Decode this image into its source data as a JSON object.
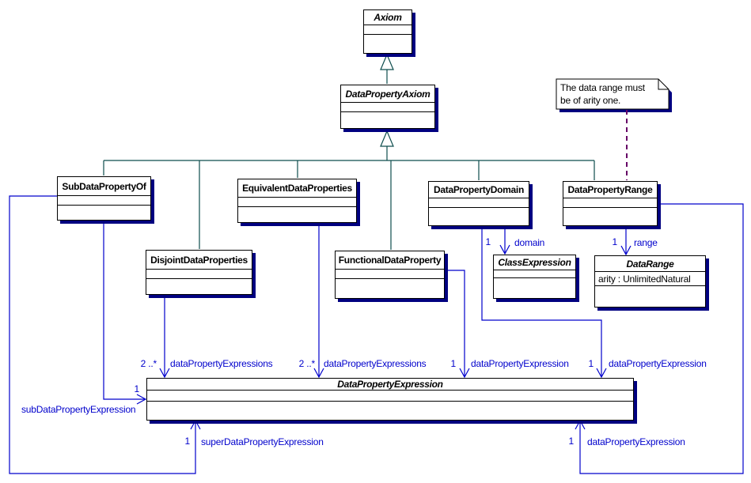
{
  "note": {
    "line1": "The data range must",
    "line2": "be of arity one."
  },
  "classes": {
    "axiom": {
      "name": "Axiom",
      "abstract": true
    },
    "data_property_axiom": {
      "name": "DataPropertyAxiom",
      "abstract": true
    },
    "sub_data_property_of": {
      "name": "SubDataPropertyOf",
      "abstract": false
    },
    "equivalent_data_properties": {
      "name": "EquivalentDataProperties",
      "abstract": false
    },
    "disjoint_data_properties": {
      "name": "DisjointDataProperties",
      "abstract": false
    },
    "functional_data_property": {
      "name": "FunctionalDataProperty",
      "abstract": false
    },
    "data_property_domain": {
      "name": "DataPropertyDomain",
      "abstract": false
    },
    "data_property_range": {
      "name": "DataPropertyRange",
      "abstract": false
    },
    "class_expression": {
      "name": "ClassExpression",
      "abstract": true
    },
    "data_range": {
      "name": "DataRange",
      "abstract": true,
      "attribute": "arity : UnlimitedNatural"
    },
    "data_property_expression": {
      "name": "DataPropertyExpression",
      "abstract": true
    }
  },
  "edge_labels": {
    "disjoint_multiplicity": "2 ..*",
    "disjoint_role": "dataPropertyExpressions",
    "equivalent_multiplicity": "2 ..*",
    "equivalent_role": "dataPropertyExpressions",
    "functional_multiplicity": "1",
    "functional_role": "dataPropertyExpression",
    "domain_assoc_multiplicity": "1",
    "domain_assoc_role": "dataPropertyExpression",
    "domain_multiplicity": "1",
    "domain_role": "domain",
    "range_multiplicity": "1",
    "range_role": "range",
    "range_assoc_multiplicity": "1",
    "range_assoc_role": "dataPropertyExpression",
    "sub_multiplicity": "1",
    "sub_role": "subDataPropertyExpression",
    "super_multiplicity": "1",
    "super_role": "superDataPropertyExpression"
  },
  "colors": {
    "association": "#0000CC",
    "generalization": "#0D4D4D",
    "box_shadow": "#000080",
    "note_link": "#660066",
    "border": "#000000",
    "background": "#FFFFFF"
  }
}
